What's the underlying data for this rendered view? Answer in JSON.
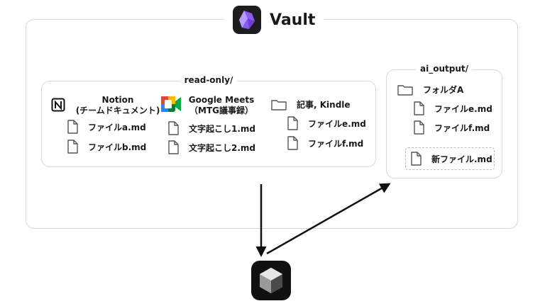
{
  "vault": {
    "title": "Vault"
  },
  "read_only": {
    "label": "read-only/",
    "notion": {
      "title_line1": "Notion",
      "title_line2": "(チームドキュメント)",
      "files": [
        "ファイルa.md",
        "ファイルb.md"
      ]
    },
    "meets": {
      "title_line1": "Google Meets",
      "title_line2": "（MTG議事録）",
      "files": [
        "文字起こし1.md",
        "文字起こし2.md"
      ]
    },
    "kindle": {
      "title": "記事, Kindle",
      "files": [
        "ファイルe.md",
        "ファイルf.md"
      ]
    }
  },
  "ai_output": {
    "label": "ai_output/",
    "folder": "フォルダA",
    "files": [
      "ファイルe.md",
      "ファイルf.md"
    ],
    "new_file": "新ファイル.md"
  },
  "icons": {
    "vault_app": "obsidian-icon",
    "notion": "notion-icon",
    "meets": "google-meet-icon",
    "bottom_app": "ai-app-icon"
  },
  "colors": {
    "border": "#d9d9d9",
    "text": "#1a1a1a",
    "obsidian_purple": "#8a5cf6",
    "arrow": "#111111"
  }
}
